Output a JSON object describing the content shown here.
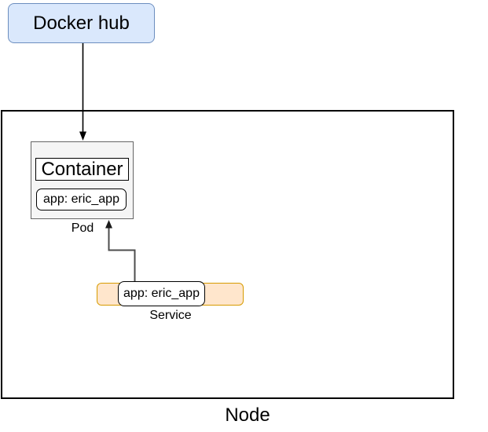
{
  "diagram": {
    "docker_hub": {
      "label": "Docker hub"
    },
    "node": {
      "label": "Node"
    },
    "pod": {
      "label": "Pod",
      "container": {
        "label": "Container"
      },
      "selector": {
        "label": "app: eric_app"
      }
    },
    "service": {
      "label": "Service",
      "selector": {
        "label": "app: eric_app"
      }
    },
    "arrows": [
      {
        "name": "docker-hub-to-pod",
        "from": "Docker hub",
        "to": "Pod",
        "color": "#000000"
      },
      {
        "name": "service-to-pod",
        "from": "Service",
        "to": "Pod",
        "color": "#4d4d4d"
      }
    ],
    "colors": {
      "docker_hub_fill": "#dae8fc",
      "docker_hub_border": "#6c8ebf",
      "service_fill": "#ffe6cc",
      "service_border": "#d79b00",
      "pod_fill": "#f5f5f5",
      "pod_border": "#666666",
      "node_border": "#000000"
    }
  }
}
